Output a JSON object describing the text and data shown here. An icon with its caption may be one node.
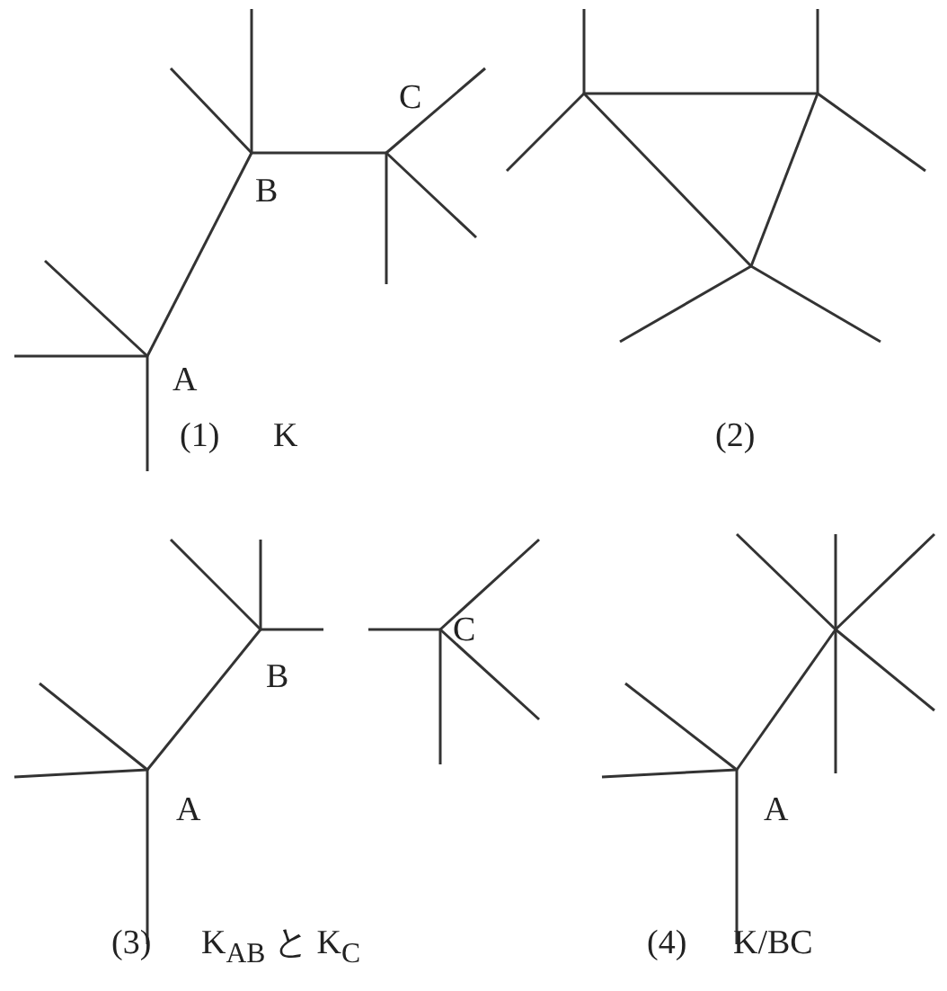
{
  "diagram": {
    "labels": [
      "B",
      "C",
      "A",
      "(1)",
      "K",
      "(2)",
      "B",
      "C",
      "A",
      "(3)",
      "K$_{AB}$ と K$_{C}$",
      "A",
      "(4)",
      "K/BC"
    ]
  }
}
